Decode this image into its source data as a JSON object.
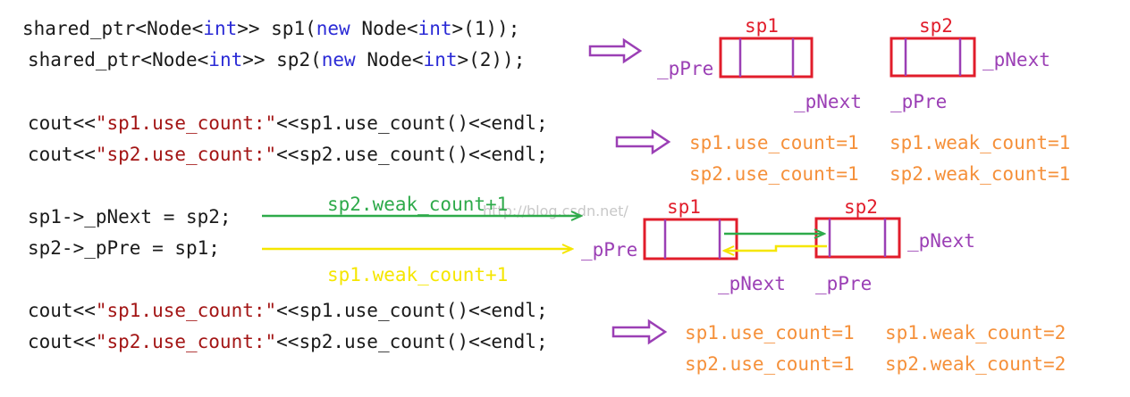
{
  "colors": {
    "code_text": "#1a1a1a",
    "keyword": "#2b2bd6",
    "string": "#a31515",
    "box_border": "#e11d2b",
    "divider": "#9b3fb5",
    "label_red": "#e11d2b",
    "label_purple": "#9b3fb5",
    "count": "#f5903a",
    "arrow_hollow": "#9b3fb5",
    "arrow_green": "#2eaa4a",
    "arrow_yellow": "#f5e600",
    "weak_green": "#2eaa4a",
    "weak_yellow": "#f5e600",
    "watermark": "#c8c8c8"
  },
  "code": {
    "line1": {
      "a": "shared_ptr<Node<",
      "kw1": "int",
      "b": ">> sp1(",
      "kw2": "new",
      "c": " Node<",
      "kw3": "int",
      "d": ">(1));"
    },
    "line2": {
      "a": "shared_ptr<Node<",
      "kw1": "int",
      "b": ">> sp2(",
      "kw2": "new",
      "c": " Node<",
      "kw3": "int",
      "d": ">(2));"
    },
    "line3": {
      "a": "cout<<",
      "s": "\"sp1.use_count:\"",
      "b": "<<sp1.use_count()<<endl;"
    },
    "line4": {
      "a": "cout<<",
      "s": "\"sp2.use_count:\"",
      "b": "<<sp2.use_count()<<endl;"
    },
    "line5": "sp1->_pNext = sp2;",
    "line6": "sp2->_pPre = sp1;",
    "line7": {
      "a": "cout<<",
      "s": "\"sp1.use_count:\"",
      "b": "<<sp1.use_count()<<endl;"
    },
    "line8": {
      "a": "cout<<",
      "s": "\"sp2.use_count:\"",
      "b": "<<sp2.use_count()<<endl;"
    }
  },
  "diagram1": {
    "sp1": "sp1",
    "sp2": "sp2",
    "pPre_left": "_pPre",
    "pNext_right": "_pNext",
    "pNext_bottom": "_pNext",
    "pPre_bottom": "_pPre"
  },
  "counts1": {
    "r1a": "sp1.use_count=1",
    "r1b": "sp1.weak_count=1",
    "r2a": "sp2.use_count=1",
    "r2b": "sp2.weak_count=1"
  },
  "arrows": {
    "green_label": "sp2.weak_count+1",
    "yellow_label": "sp1.weak_count+1",
    "watermark": "http://blog.csdn.net/"
  },
  "diagram2": {
    "sp1": "sp1",
    "sp2": "sp2",
    "pPre_left": "_pPre",
    "pNext_right": "_pNext",
    "pNext_bottom": "_pNext",
    "pPre_bottom": "_pPre"
  },
  "counts2": {
    "r1a": "sp1.use_count=1",
    "r1b": "sp1.weak_count=2",
    "r2a": "sp2.use_count=1",
    "r2b": "sp2.weak_count=2"
  }
}
